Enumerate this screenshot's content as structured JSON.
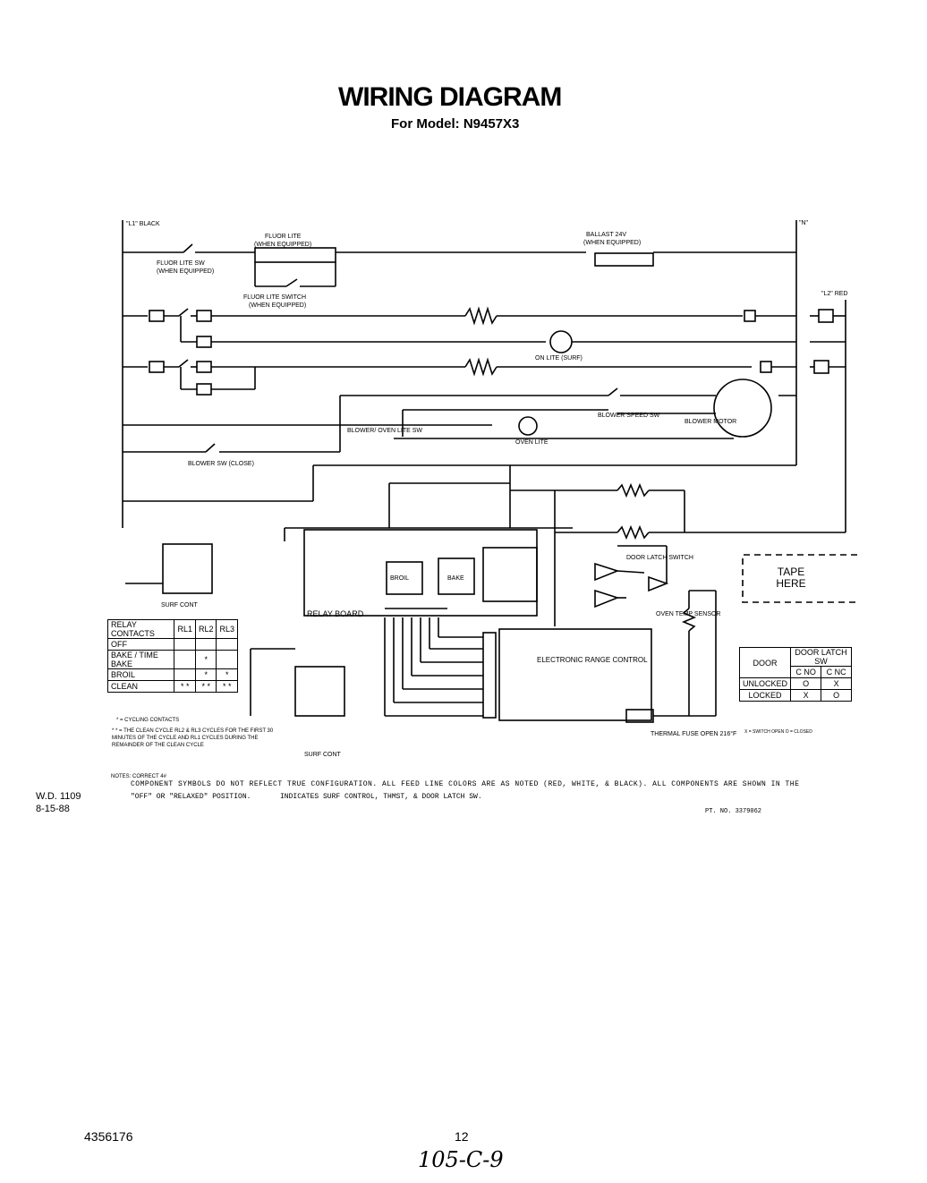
{
  "header": {
    "title": "WIRING DIAGRAM",
    "subtitle": "For Model: N9457X3"
  },
  "labels": {
    "l1_black": "\"L1\" BLACK",
    "l2_red": "\"L2\" RED",
    "n_white": "\"N\"",
    "fluor_lite": "FLUOR LITE",
    "when_equipped": "(WHEN EQUIPPED)",
    "fluor_lite_sw": "FLUOR LITE SW",
    "fluor_lite_switch": "FLUOR LITE SWITCH",
    "ballast": "BALLAST 24V",
    "surf_lite": "ON LITE (SURF)",
    "blower_speed_sw": "BLOWER SPEED SW",
    "blower_motor": "BLOWER MOTOR",
    "blower_oven_lite_sw": "BLOWER/ OVEN LITE SW",
    "oven_lite": "OVEN LITE",
    "blower_sw": "BLOWER SW (CLOSE)",
    "broil": "BROIL",
    "bake": "BAKE",
    "relay_board": "RELAY BOARD",
    "door_latch_switch": "DOOR LATCH SWITCH",
    "oven_temp_sensor": "OVEN TEMP SENSOR",
    "electronic_range_control": "ELECTRONIC RANGE CONTROL",
    "thermal_fuse": "THERMAL FUSE OPEN 216°F",
    "surf_cont": "SURF CONT",
    "tape_here": "TAPE HERE"
  },
  "relay_table": {
    "headers": [
      "RELAY CONTACTS",
      "RL1",
      "RL2",
      "RL3"
    ],
    "rows": [
      [
        "OFF",
        "",
        "",
        ""
      ],
      [
        "BAKE / TIME BAKE",
        "",
        "*",
        ""
      ],
      [
        "BROIL",
        "",
        "*",
        "*"
      ],
      [
        "CLEAN",
        "* *",
        "* *",
        "* *"
      ]
    ],
    "legend_1": "* = CYCLING CONTACTS",
    "legend_2": "* * = THE CLEAN CYCLE RL2 & RL3 CYCLES FOR THE FIRST 30 MINUTES OF THE CYCLE AND RL1 CYCLES DURING THE REMAINDER OF THE CLEAN CYCLE"
  },
  "latch_table": {
    "headers": [
      "DOOR",
      "DOOR LATCH SW"
    ],
    "subheaders": [
      "C NO",
      "C NC"
    ],
    "rows": [
      [
        "UNLOCKED",
        "O",
        "X"
      ],
      [
        "LOCKED",
        "X",
        "O"
      ]
    ],
    "note": "X = SWITCH OPEN  O = CLOSED"
  },
  "notes": {
    "caption": "NOTES: CORRECT 4#",
    "line1": "COMPONENT SYMBOLS DO NOT REFLECT TRUE CONFIGURATION. ALL FEED LINE COLORS ARE AS NOTED (RED, WHITE, & BLACK). ALL COMPONENTS ARE SHOWN IN THE",
    "line2": "\"OFF\" OR \"RELAXED\" POSITION.",
    "legend": "INDICATES SURF CONTROL,     THMST, &     DOOR LATCH SW.",
    "part_no": "PT. NO. 3379062"
  },
  "footer": {
    "wd": "W.D. 1109",
    "date": "8-15-88",
    "doc_number": "4356176",
    "page": "12",
    "handwritten": "105-C-9"
  }
}
